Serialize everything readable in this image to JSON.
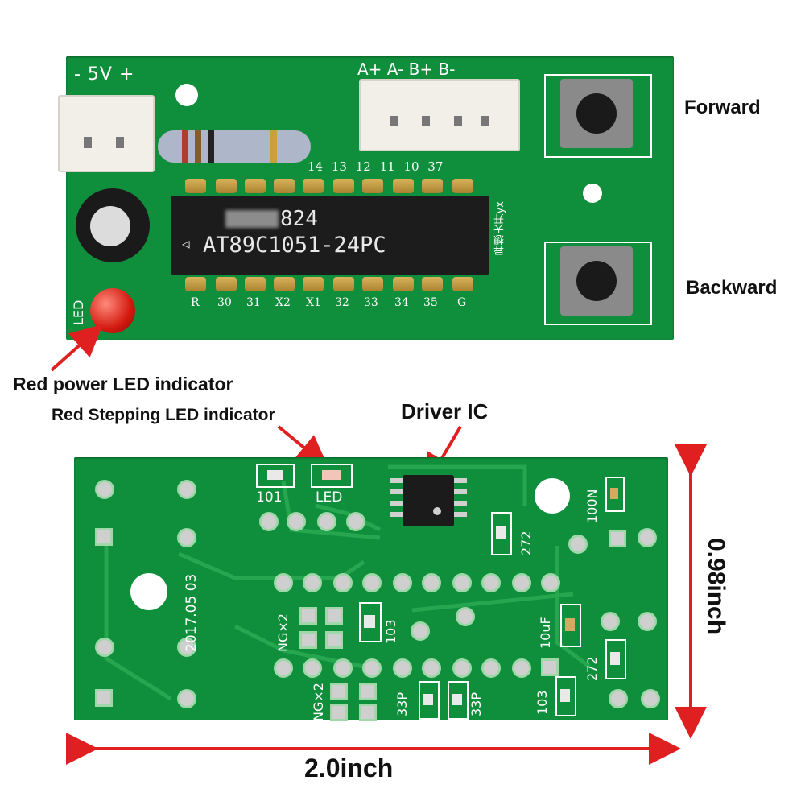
{
  "top_board": {
    "power_label": "- 5V +",
    "motor_pins_label": "A+ A- B+ B-",
    "chip_top_pins": "14 13 12 11 10 37",
    "chip_partial_marking": "824",
    "chip_model": "AT89C1051-24PC",
    "chip_side_text": "异想天开yx",
    "bottom_pins": [
      "R",
      "30",
      "31",
      "X2",
      "X1",
      "32",
      "33",
      "34",
      "35",
      "G"
    ],
    "led_label": "LED"
  },
  "callouts": {
    "forward": "Forward",
    "backward": "Backward",
    "red_power_led": "Red power LED indicator",
    "red_stepping_led": "Red Stepping LED indicator",
    "driver_ic": "Driver IC"
  },
  "bottom_board": {
    "r_101": "101",
    "led": "LED",
    "date": "2017.05 03",
    "ng2_a": "NG×2",
    "r_103_a": "103",
    "ng2_b": "NG×2",
    "c_33p_a": "33P",
    "c_33p_b": "33P",
    "c_100n": "100N",
    "r_272_a": "272",
    "c_10uf": "10uF",
    "r_272_b": "272",
    "r_103_b": "103"
  },
  "dimensions": {
    "width": "2.0inch",
    "height": "0.98inch"
  },
  "colors": {
    "pcb_green": "#0f8f3c",
    "arrow_red": "#e02020",
    "label_black": "#111111"
  }
}
